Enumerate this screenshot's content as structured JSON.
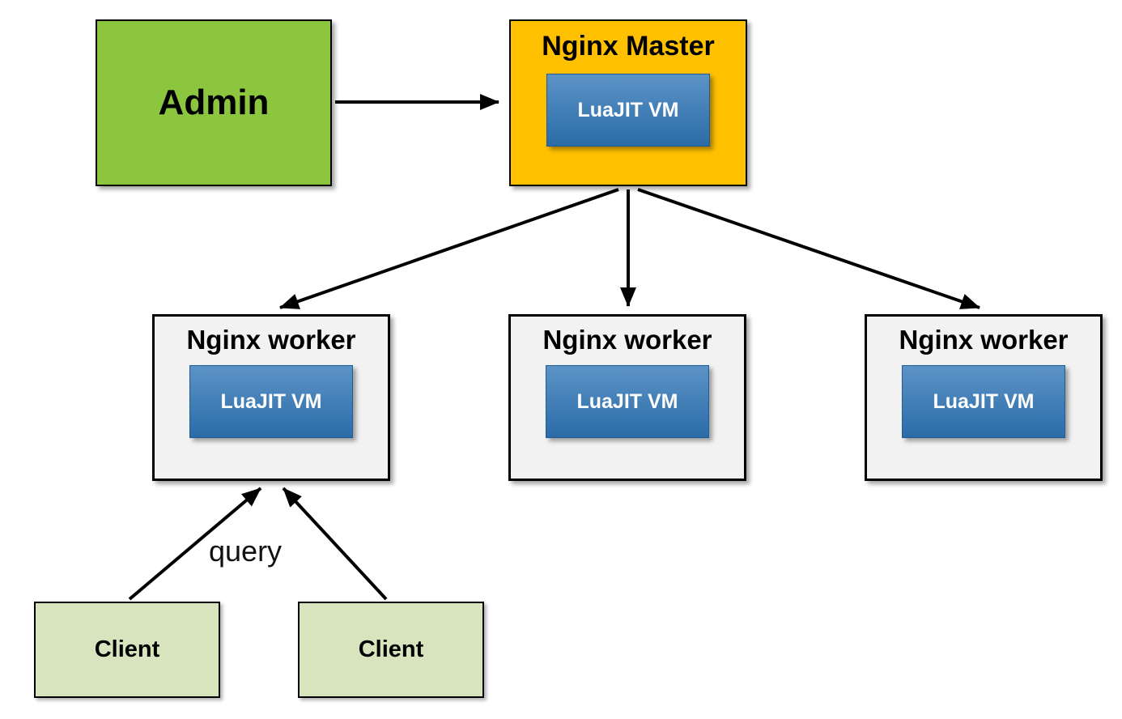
{
  "diagram": {
    "admin": {
      "label": "Admin"
    },
    "master": {
      "title": "Nginx Master",
      "vm_label": "LuaJIT VM"
    },
    "workers": [
      {
        "title": "Nginx worker",
        "vm_label": "LuaJIT VM"
      },
      {
        "title": "Nginx worker",
        "vm_label": "LuaJIT VM"
      },
      {
        "title": "Nginx worker",
        "vm_label": "LuaJIT VM"
      }
    ],
    "clients": [
      {
        "label": "Client"
      },
      {
        "label": "Client"
      }
    ],
    "edge_label": "query",
    "colors": {
      "admin_fill": "#8CC63F",
      "master_fill": "#FFC000",
      "vm_fill": "#2E75B6",
      "worker_fill": "#F2F2F2",
      "client_fill": "#D7E4BD",
      "arrow": "#000000",
      "background": "#FFFFFF"
    }
  }
}
